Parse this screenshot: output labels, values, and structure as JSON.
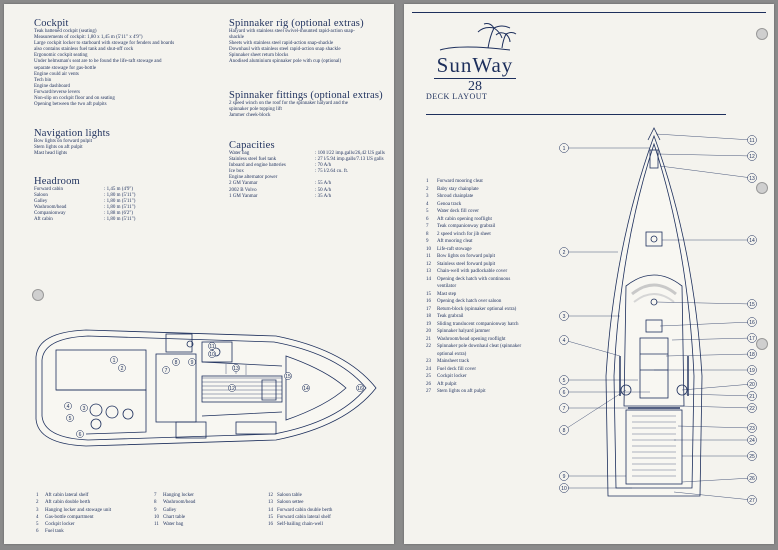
{
  "cockpit": {
    "title": "Cockpit",
    "lines": [
      "Teak battened cockpit (seating)",
      "Measurements of cockpit: 1,80 x 1,45 m (5'11\" x 4'9\")",
      "Large cockpit locker to starboard with stowage for fenders and boards",
      "also contains stainless fuel tank and shut-off cock",
      "Ergonomic cockpit seating",
      "Under helmsman's seat are to be found the life-raft stowage and",
      "separate stowage for gas-bottle",
      "Engine could air vents",
      "Tech bin",
      "Engine dashboard",
      "Forward/reverse levers",
      "Non-slip on cockpit floor and on seating",
      "Opening between the two aft pulpits"
    ]
  },
  "navigation": {
    "title": "Navigation lights",
    "lines": [
      "Bow lights on forward pulpit",
      "Stern lights on aft pulpit",
      "Mast head lights"
    ]
  },
  "headroom": {
    "title": "Headroom",
    "rows": [
      {
        "k": "Forward cabin",
        "v": ": 1,45 m (4'9\")"
      },
      {
        "k": "Saloon",
        "v": ": 1,80 m (5'11\")"
      },
      {
        "k": "Galley",
        "v": ": 1,80 m (5'11\")"
      },
      {
        "k": "Washroom/head",
        "v": ": 1,80 m (5'11\")"
      },
      {
        "k": "Companionway",
        "v": ": 1,88 m (6'2\")"
      },
      {
        "k": "Aft cabin",
        "v": ": 1,80 m (5'11\")"
      }
    ]
  },
  "spinnaker_rig": {
    "title": "Spinnaker rig (optional extras)",
    "lines": [
      "Halyard with stainless steel swivel-mounted rapid-action snap-",
      "shackle",
      "Sheets with stainless steel rapid-action snap-shackle",
      "Downhaul with stainless steel rapid-action snap shackle",
      "Spinnaker sheet return blocks",
      "Anodised aluminium spinnaker pole with cup (optional)"
    ]
  },
  "spinnaker_fittings": {
    "title": "Spinnaker fittings (optional extras)",
    "lines": [
      "2 speed winch on the roof for the spinnaker halyard and the",
      "spinnaker pole topping lift",
      "Jammer cheek-block"
    ]
  },
  "capacities": {
    "title": "Capacities",
    "rows": [
      {
        "k": "Water bag",
        "v": ": 100 l/22 imp.galls/26,42 US galls"
      },
      {
        "k": "Stainless steel fuel tank",
        "v": ": 27 l/5.94 imp.galls/7.13 US galls"
      },
      {
        "k": "Inboard and engine batteries",
        "v": ": 70 A/h"
      },
      {
        "k": "Ice box",
        "v": ": 75 l/2.64 cu. ft."
      },
      {
        "k": "Engine alternator power",
        "v": ""
      },
      {
        "k": "2 GM Yanmar",
        "v": ": 55 A/h"
      },
      {
        "k": "2002 B Volvo",
        "v": ": 50 A/h"
      },
      {
        "k": "1 GM Yanmar",
        "v": ": 35 A/h"
      }
    ]
  },
  "plan_legend": {
    "col1": [
      {
        "n": "1",
        "t": "Aft cabin lateral shelf"
      },
      {
        "n": "2",
        "t": "Aft cabin double berth"
      },
      {
        "n": "3",
        "t": "Hanging locker and stowage unit"
      },
      {
        "n": "4",
        "t": "Gas-bottle compartment"
      },
      {
        "n": "5",
        "t": "Cockpit locker"
      },
      {
        "n": "6",
        "t": "Fuel tank"
      }
    ],
    "col2": [
      {
        "n": "7",
        "t": "Hanging locker"
      },
      {
        "n": "8",
        "t": "Washroom/head"
      },
      {
        "n": "9",
        "t": "Galley"
      },
      {
        "n": "10",
        "t": "Chart table"
      },
      {
        "n": "11",
        "t": "Water bag"
      }
    ],
    "col3": [
      {
        "n": "12",
        "t": "Saloon table"
      },
      {
        "n": "13",
        "t": "Saloon settee"
      },
      {
        "n": "14",
        "t": "Forward cabin double berth"
      },
      {
        "n": "15",
        "t": "Forward cabin lateral shelf"
      },
      {
        "n": "16",
        "t": "Self-bailing chain-well"
      }
    ]
  },
  "logo": {
    "name": "SunWay",
    "number": "28"
  },
  "deck": {
    "title": "DECK LAYOUT",
    "items": [
      {
        "n": "1",
        "t": "Forward mooring cleat"
      },
      {
        "n": "2",
        "t": "Baby stay chainplate"
      },
      {
        "n": "3",
        "t": "Shroud chainplate"
      },
      {
        "n": "4",
        "t": "Genoa track"
      },
      {
        "n": "5",
        "t": "Water deck fill cover"
      },
      {
        "n": "6",
        "t": "Aft cabin opening rooflight"
      },
      {
        "n": "7",
        "t": "Teak companionway grabrail"
      },
      {
        "n": "8",
        "t": "2 speed winch for jib sheet"
      },
      {
        "n": "9",
        "t": "Aft mooring cleat"
      },
      {
        "n": "10",
        "t": "Life-raft stowage"
      },
      {
        "n": "11",
        "t": "Bow lights on forward pulpit"
      },
      {
        "n": "12",
        "t": "Stainless steel forward pulpit"
      },
      {
        "n": "13",
        "t": "Chain-well with padlockable cover"
      },
      {
        "n": "14",
        "t": "Opening deck hatch with continuous\nventilator"
      },
      {
        "n": "15",
        "t": "Mast step"
      },
      {
        "n": "16",
        "t": "Opening deck hatch over saloon"
      },
      {
        "n": "17",
        "t": "Return-block (spinnaker optional extra)"
      },
      {
        "n": "18",
        "t": "Teak grabrail"
      },
      {
        "n": "19",
        "t": "Sliding translucent companionway hatch"
      },
      {
        "n": "20",
        "t": "Spinnaker halyard jammer"
      },
      {
        "n": "21",
        "t": "Washroom/head opening rooflight"
      },
      {
        "n": "22",
        "t": "Spinnaker pole downhaul cleat (spinnaker\noptional extra)"
      },
      {
        "n": "23",
        "t": "Mainsheet track"
      },
      {
        "n": "24",
        "t": "Fuel deck fill cover"
      },
      {
        "n": "25",
        "t": "Cockpit locker"
      },
      {
        "n": "26",
        "t": "Aft pulpit"
      },
      {
        "n": "27",
        "t": "Stern lights on aft pulpit"
      }
    ]
  },
  "plan_callouts": [
    "1",
    "2",
    "3",
    "4",
    "5",
    "6",
    "7",
    "8",
    "9",
    "10",
    "11",
    "12",
    "13",
    "14",
    "15",
    "16"
  ],
  "deck_callouts_right": [
    "11",
    "12",
    "13",
    "14",
    "15",
    "16",
    "17",
    "18",
    "19",
    "20",
    "21",
    "22",
    "23",
    "24",
    "25",
    "26",
    "27"
  ],
  "deck_callouts_left": [
    "1",
    "2",
    "3",
    "4",
    "5",
    "6",
    "7",
    "8",
    "9",
    "10"
  ],
  "colors": {
    "ink": "#1d2f5c",
    "paper": "#f4f3ee"
  }
}
